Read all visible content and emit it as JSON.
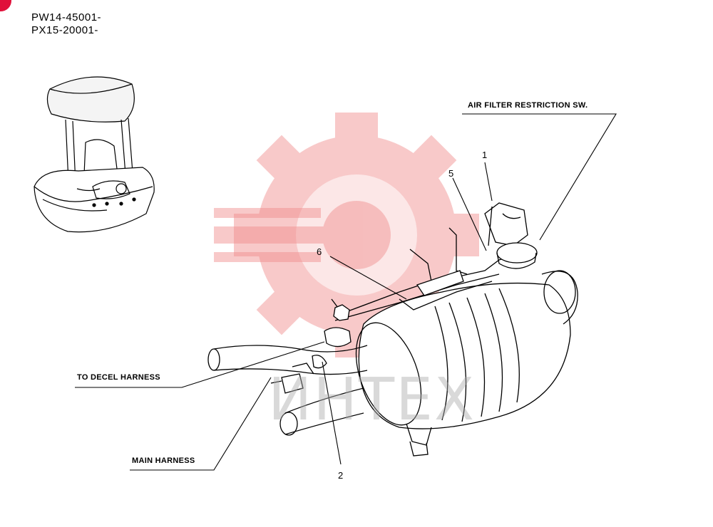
{
  "serials": [
    "PW14-45001-",
    "PX15-20001-"
  ],
  "callouts": {
    "air_filter_sw": "AIR FILTER RESTRICTION SW.",
    "to_decel": "TO DECEL HARNESS",
    "main_harness": "MAIN HARNESS"
  },
  "item_numbers": {
    "n1": "1",
    "n2": "2",
    "n5": "5",
    "n6": "6"
  },
  "watermark": {
    "text": "ИНТЕХ",
    "color": "#f08080"
  },
  "colors": {
    "line": "#000000",
    "watermark": "#f4a0a0",
    "corner_mark": "#e0103a"
  }
}
